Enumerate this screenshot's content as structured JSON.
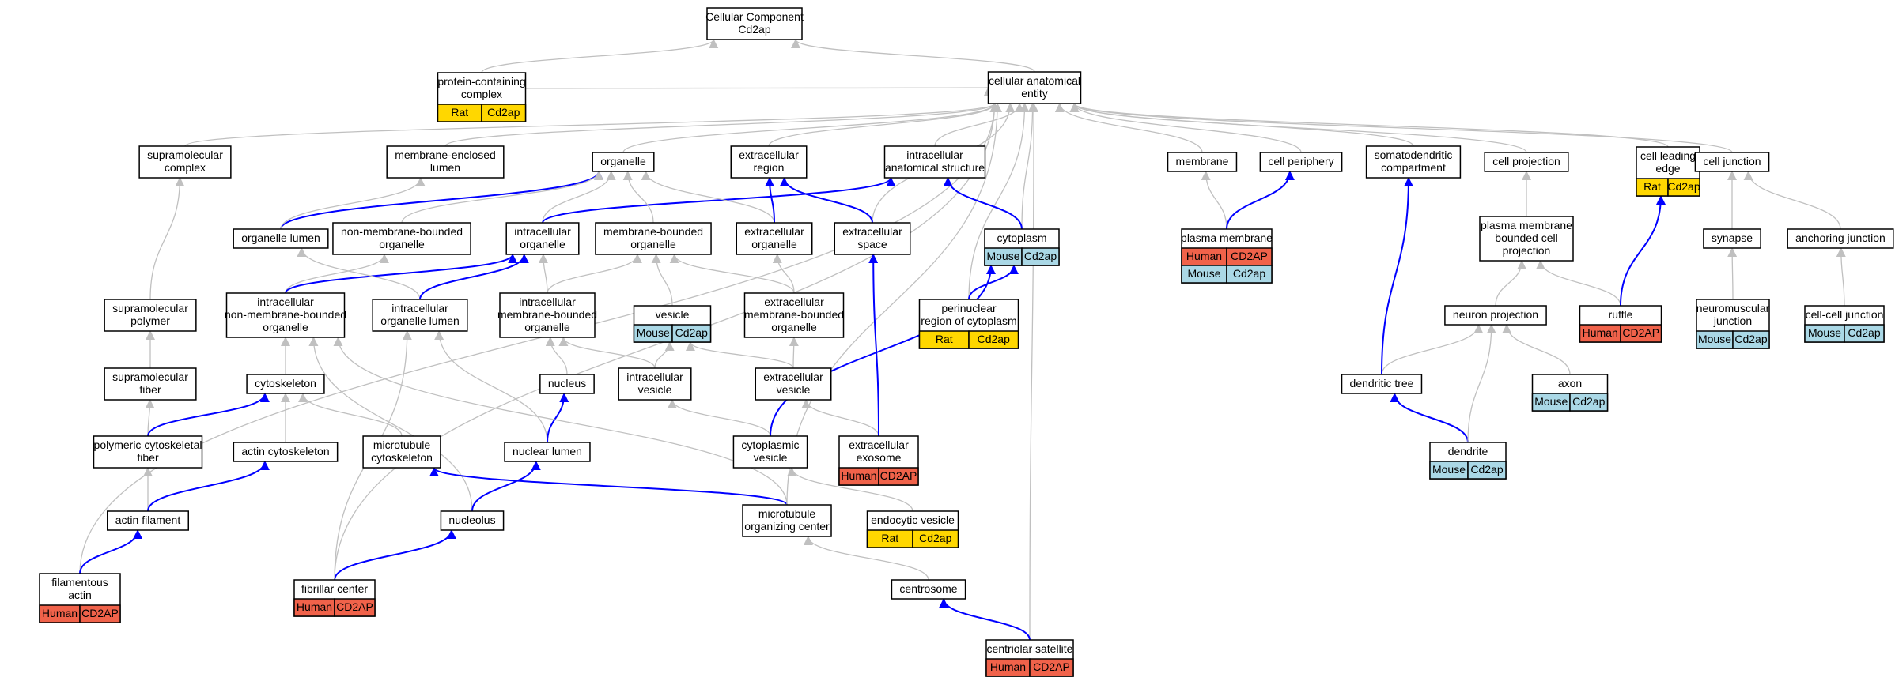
{
  "colors": {
    "grey_edge": "#c0c0c0",
    "blue_edge": "#0000ff",
    "Human": "#f0624a",
    "Mouse": "#aad8e6",
    "Rat": "#ffd700"
  },
  "nodes": [
    {
      "id": "cc",
      "lines": [
        "Cellular Component",
        "Cd2ap"
      ],
      "tags": []
    },
    {
      "id": "cae",
      "lines": [
        "cellular anatomical",
        "entity"
      ],
      "tags": []
    },
    {
      "id": "pcc",
      "lines": [
        "protein-containing",
        "complex"
      ],
      "tags": [
        {
          "sp": "Rat",
          "gene": "Cd2ap"
        }
      ]
    },
    {
      "id": "smc",
      "lines": [
        "supramolecular",
        "complex"
      ],
      "tags": []
    },
    {
      "id": "mel",
      "lines": [
        "membrane-enclosed",
        "lumen"
      ],
      "tags": []
    },
    {
      "id": "org",
      "lines": [
        "organelle"
      ],
      "tags": []
    },
    {
      "id": "er",
      "lines": [
        "extracellular",
        "region"
      ],
      "tags": []
    },
    {
      "id": "ias",
      "lines": [
        "intracellular",
        "anatomical structure"
      ],
      "tags": []
    },
    {
      "id": "mem",
      "lines": [
        "membrane"
      ],
      "tags": []
    },
    {
      "id": "cp",
      "lines": [
        "cell periphery"
      ],
      "tags": []
    },
    {
      "id": "sdc",
      "lines": [
        "somatodendritic",
        "compartment"
      ],
      "tags": []
    },
    {
      "id": "cproj",
      "lines": [
        "cell projection"
      ],
      "tags": []
    },
    {
      "id": "cle",
      "lines": [
        "cell leading",
        "edge"
      ],
      "tags": [
        {
          "sp": "Rat",
          "gene": "Cd2ap"
        }
      ]
    },
    {
      "id": "cj",
      "lines": [
        "cell junction"
      ],
      "tags": []
    },
    {
      "id": "ol",
      "lines": [
        "organelle lumen"
      ],
      "tags": []
    },
    {
      "id": "nmbo",
      "lines": [
        "non-membrane-bounded",
        "organelle"
      ],
      "tags": []
    },
    {
      "id": "io",
      "lines": [
        "intracellular",
        "organelle"
      ],
      "tags": []
    },
    {
      "id": "mbo",
      "lines": [
        "membrane-bounded",
        "organelle"
      ],
      "tags": []
    },
    {
      "id": "eo",
      "lines": [
        "extracellular",
        "organelle"
      ],
      "tags": []
    },
    {
      "id": "es",
      "lines": [
        "extracellular",
        "space"
      ],
      "tags": []
    },
    {
      "id": "cyto",
      "lines": [
        "cytoplasm"
      ],
      "tags": [
        {
          "sp": "Mouse",
          "gene": "Cd2ap"
        }
      ]
    },
    {
      "id": "pm",
      "lines": [
        "plasma membrane"
      ],
      "tags": [
        {
          "sp": "Human",
          "gene": "CD2AP"
        },
        {
          "sp": "Mouse",
          "gene": "Cd2ap"
        }
      ]
    },
    {
      "id": "pmbcp",
      "lines": [
        "plasma membrane",
        "bounded cell",
        "projection"
      ],
      "tags": []
    },
    {
      "id": "syn",
      "lines": [
        "synapse"
      ],
      "tags": []
    },
    {
      "id": "aj",
      "lines": [
        "anchoring junction"
      ],
      "tags": []
    },
    {
      "id": "smp",
      "lines": [
        "supramolecular",
        "polymer"
      ],
      "tags": []
    },
    {
      "id": "inmbo",
      "lines": [
        "intracellular",
        "non-membrane-bounded",
        "organelle"
      ],
      "tags": []
    },
    {
      "id": "iol",
      "lines": [
        "intracellular",
        "organelle lumen"
      ],
      "tags": []
    },
    {
      "id": "imbo",
      "lines": [
        "intracellular",
        "membrane-bounded",
        "organelle"
      ],
      "tags": []
    },
    {
      "id": "ves",
      "lines": [
        "vesicle"
      ],
      "tags": [
        {
          "sp": "Mouse",
          "gene": "Cd2ap"
        }
      ]
    },
    {
      "id": "embo",
      "lines": [
        "extracellular",
        "membrane-bounded",
        "organelle"
      ],
      "tags": []
    },
    {
      "id": "prc",
      "lines": [
        "perinuclear",
        "region of cytoplasm"
      ],
      "tags": [
        {
          "sp": "Rat",
          "gene": "Cd2ap"
        }
      ]
    },
    {
      "id": "np",
      "lines": [
        "neuron projection"
      ],
      "tags": []
    },
    {
      "id": "ruf",
      "lines": [
        "ruffle"
      ],
      "tags": [
        {
          "sp": "Human",
          "gene": "CD2AP"
        }
      ]
    },
    {
      "id": "nmj",
      "lines": [
        "neuromuscular",
        "junction"
      ],
      "tags": [
        {
          "sp": "Mouse",
          "gene": "Cd2ap"
        }
      ]
    },
    {
      "id": "ccj",
      "lines": [
        "cell-cell junction"
      ],
      "tags": [
        {
          "sp": "Mouse",
          "gene": "Cd2ap"
        }
      ]
    },
    {
      "id": "smf",
      "lines": [
        "supramolecular",
        "fiber"
      ],
      "tags": []
    },
    {
      "id": "csk",
      "lines": [
        "cytoskeleton"
      ],
      "tags": []
    },
    {
      "id": "nuc",
      "lines": [
        "nucleus"
      ],
      "tags": []
    },
    {
      "id": "iv",
      "lines": [
        "intracellular",
        "vesicle"
      ],
      "tags": []
    },
    {
      "id": "ev",
      "lines": [
        "extracellular",
        "vesicle"
      ],
      "tags": []
    },
    {
      "id": "axon",
      "lines": [
        "axon"
      ],
      "tags": [
        {
          "sp": "Mouse",
          "gene": "Cd2ap"
        }
      ]
    },
    {
      "id": "dt",
      "lines": [
        "dendritic tree"
      ],
      "tags": []
    },
    {
      "id": "pcf",
      "lines": [
        "polymeric cytoskeletal",
        "fiber"
      ],
      "tags": []
    },
    {
      "id": "acs",
      "lines": [
        "actin cytoskeleton"
      ],
      "tags": []
    },
    {
      "id": "mtcs",
      "lines": [
        "microtubule",
        "cytoskeleton"
      ],
      "tags": []
    },
    {
      "id": "nl",
      "lines": [
        "nuclear lumen"
      ],
      "tags": []
    },
    {
      "id": "cv",
      "lines": [
        "cytoplasmic",
        "vesicle"
      ],
      "tags": []
    },
    {
      "id": "exo",
      "lines": [
        "extracellular",
        "exosome"
      ],
      "tags": [
        {
          "sp": "Human",
          "gene": "CD2AP"
        }
      ]
    },
    {
      "id": "den",
      "lines": [
        "dendrite"
      ],
      "tags": [
        {
          "sp": "Mouse",
          "gene": "Cd2ap"
        }
      ]
    },
    {
      "id": "af",
      "lines": [
        "actin filament"
      ],
      "tags": []
    },
    {
      "id": "nucl",
      "lines": [
        "nucleolus"
      ],
      "tags": []
    },
    {
      "id": "mtoc",
      "lines": [
        "microtubule",
        "organizing center"
      ],
      "tags": []
    },
    {
      "id": "endo",
      "lines": [
        "endocytic vesicle"
      ],
      "tags": [
        {
          "sp": "Rat",
          "gene": "Cd2ap"
        }
      ]
    },
    {
      "id": "fa",
      "lines": [
        "filamentous",
        "actin"
      ],
      "tags": [
        {
          "sp": "Human",
          "gene": "CD2AP"
        }
      ]
    },
    {
      "id": "fc",
      "lines": [
        "fibrillar center"
      ],
      "tags": [
        {
          "sp": "Human",
          "gene": "CD2AP"
        }
      ]
    },
    {
      "id": "cent",
      "lines": [
        "centrosome"
      ],
      "tags": []
    },
    {
      "id": "cs",
      "lines": [
        "centriolar satellite"
      ],
      "tags": [
        {
          "sp": "Human",
          "gene": "CD2AP"
        }
      ]
    }
  ],
  "edges": [
    {
      "from": "cae",
      "to": "cc",
      "type": "is_a"
    },
    {
      "from": "pcc",
      "to": "cc",
      "type": "is_a"
    },
    {
      "from": "pcc",
      "to": "cae",
      "type": "is_a"
    },
    {
      "from": "smc",
      "to": "cae",
      "type": "is_a"
    },
    {
      "from": "mel",
      "to": "cae",
      "type": "is_a"
    },
    {
      "from": "org",
      "to": "cae",
      "type": "is_a"
    },
    {
      "from": "er",
      "to": "cae",
      "type": "is_a"
    },
    {
      "from": "ias",
      "to": "cae",
      "type": "is_a"
    },
    {
      "from": "mem",
      "to": "cae",
      "type": "is_a"
    },
    {
      "from": "cp",
      "to": "cae",
      "type": "is_a"
    },
    {
      "from": "sdc",
      "to": "cae",
      "type": "is_a"
    },
    {
      "from": "cproj",
      "to": "cae",
      "type": "is_a"
    },
    {
      "from": "cle",
      "to": "cae",
      "type": "is_a"
    },
    {
      "from": "cj",
      "to": "cae",
      "type": "is_a"
    },
    {
      "from": "cyto",
      "to": "cae",
      "type": "is_a"
    },
    {
      "from": "es",
      "to": "cae",
      "type": "is_a"
    },
    {
      "from": "prc",
      "to": "cae",
      "type": "is_a"
    },
    {
      "from": "fa",
      "to": "cae",
      "type": "is_a"
    },
    {
      "from": "fc",
      "to": "cae",
      "type": "is_a"
    },
    {
      "from": "mtoc",
      "to": "cae",
      "type": "is_a"
    },
    {
      "from": "cs",
      "to": "cae",
      "type": "is_a"
    },
    {
      "from": "ol",
      "to": "org",
      "type": "part_of"
    },
    {
      "from": "ol",
      "to": "mel",
      "type": "is_a"
    },
    {
      "from": "nmbo",
      "to": "org",
      "type": "is_a"
    },
    {
      "from": "io",
      "to": "org",
      "type": "is_a"
    },
    {
      "from": "io",
      "to": "ias",
      "type": "part_of"
    },
    {
      "from": "mbo",
      "to": "org",
      "type": "is_a"
    },
    {
      "from": "eo",
      "to": "org",
      "type": "is_a"
    },
    {
      "from": "eo",
      "to": "er",
      "type": "part_of"
    },
    {
      "from": "es",
      "to": "er",
      "type": "part_of"
    },
    {
      "from": "cyto",
      "to": "ias",
      "type": "part_of"
    },
    {
      "from": "pm",
      "to": "mem",
      "type": "is_a"
    },
    {
      "from": "pm",
      "to": "cp",
      "type": "part_of"
    },
    {
      "from": "pmbcp",
      "to": "cproj",
      "type": "is_a"
    },
    {
      "from": "syn",
      "to": "cj",
      "type": "is_a"
    },
    {
      "from": "aj",
      "to": "cj",
      "type": "is_a"
    },
    {
      "from": "smp",
      "to": "smc",
      "type": "is_a"
    },
    {
      "from": "inmbo",
      "to": "nmbo",
      "type": "is_a"
    },
    {
      "from": "inmbo",
      "to": "io",
      "type": "part_of"
    },
    {
      "from": "iol",
      "to": "ol",
      "type": "is_a"
    },
    {
      "from": "iol",
      "to": "io",
      "type": "part_of"
    },
    {
      "from": "imbo",
      "to": "io",
      "type": "is_a"
    },
    {
      "from": "imbo",
      "to": "mbo",
      "type": "is_a"
    },
    {
      "from": "ves",
      "to": "mbo",
      "type": "is_a"
    },
    {
      "from": "embo",
      "to": "mbo",
      "type": "is_a"
    },
    {
      "from": "embo",
      "to": "eo",
      "type": "is_a"
    },
    {
      "from": "prc",
      "to": "cyto",
      "type": "part_of"
    },
    {
      "from": "np",
      "to": "pmbcp",
      "type": "is_a"
    },
    {
      "from": "ruf",
      "to": "pmbcp",
      "type": "is_a"
    },
    {
      "from": "ruf",
      "to": "cle",
      "type": "part_of"
    },
    {
      "from": "nmj",
      "to": "syn",
      "type": "is_a"
    },
    {
      "from": "ccj",
      "to": "aj",
      "type": "is_a"
    },
    {
      "from": "smf",
      "to": "smp",
      "type": "is_a"
    },
    {
      "from": "csk",
      "to": "inmbo",
      "type": "is_a"
    },
    {
      "from": "nuc",
      "to": "imbo",
      "type": "is_a"
    },
    {
      "from": "iv",
      "to": "imbo",
      "type": "is_a"
    },
    {
      "from": "iv",
      "to": "ves",
      "type": "is_a"
    },
    {
      "from": "ev",
      "to": "ves",
      "type": "is_a"
    },
    {
      "from": "ev",
      "to": "embo",
      "type": "is_a"
    },
    {
      "from": "axon",
      "to": "np",
      "type": "is_a"
    },
    {
      "from": "dt",
      "to": "np",
      "type": "is_a"
    },
    {
      "from": "dt",
      "to": "sdc",
      "type": "part_of"
    },
    {
      "from": "pcf",
      "to": "smf",
      "type": "is_a"
    },
    {
      "from": "pcf",
      "to": "csk",
      "type": "part_of"
    },
    {
      "from": "acs",
      "to": "csk",
      "type": "is_a"
    },
    {
      "from": "mtcs",
      "to": "csk",
      "type": "is_a"
    },
    {
      "from": "nl",
      "to": "iol",
      "type": "is_a"
    },
    {
      "from": "nl",
      "to": "nuc",
      "type": "part_of"
    },
    {
      "from": "cv",
      "to": "iv",
      "type": "is_a"
    },
    {
      "from": "cv",
      "to": "cyto",
      "type": "part_of"
    },
    {
      "from": "exo",
      "to": "ev",
      "type": "is_a"
    },
    {
      "from": "exo",
      "to": "es",
      "type": "part_of"
    },
    {
      "from": "den",
      "to": "dt",
      "type": "part_of"
    },
    {
      "from": "den",
      "to": "np",
      "type": "is_a"
    },
    {
      "from": "af",
      "to": "pcf",
      "type": "is_a"
    },
    {
      "from": "af",
      "to": "acs",
      "type": "part_of"
    },
    {
      "from": "nucl",
      "to": "inmbo",
      "type": "is_a"
    },
    {
      "from": "nucl",
      "to": "nl",
      "type": "part_of"
    },
    {
      "from": "mtoc",
      "to": "mtcs",
      "type": "part_of"
    },
    {
      "from": "mtoc",
      "to": "inmbo",
      "type": "is_a"
    },
    {
      "from": "endo",
      "to": "cv",
      "type": "is_a"
    },
    {
      "from": "fa",
      "to": "af",
      "type": "part_of"
    },
    {
      "from": "fc",
      "to": "nucl",
      "type": "part_of"
    },
    {
      "from": "fc",
      "to": "iol",
      "type": "is_a"
    },
    {
      "from": "cent",
      "to": "mtoc",
      "type": "is_a"
    },
    {
      "from": "cs",
      "to": "cent",
      "type": "part_of"
    }
  ]
}
